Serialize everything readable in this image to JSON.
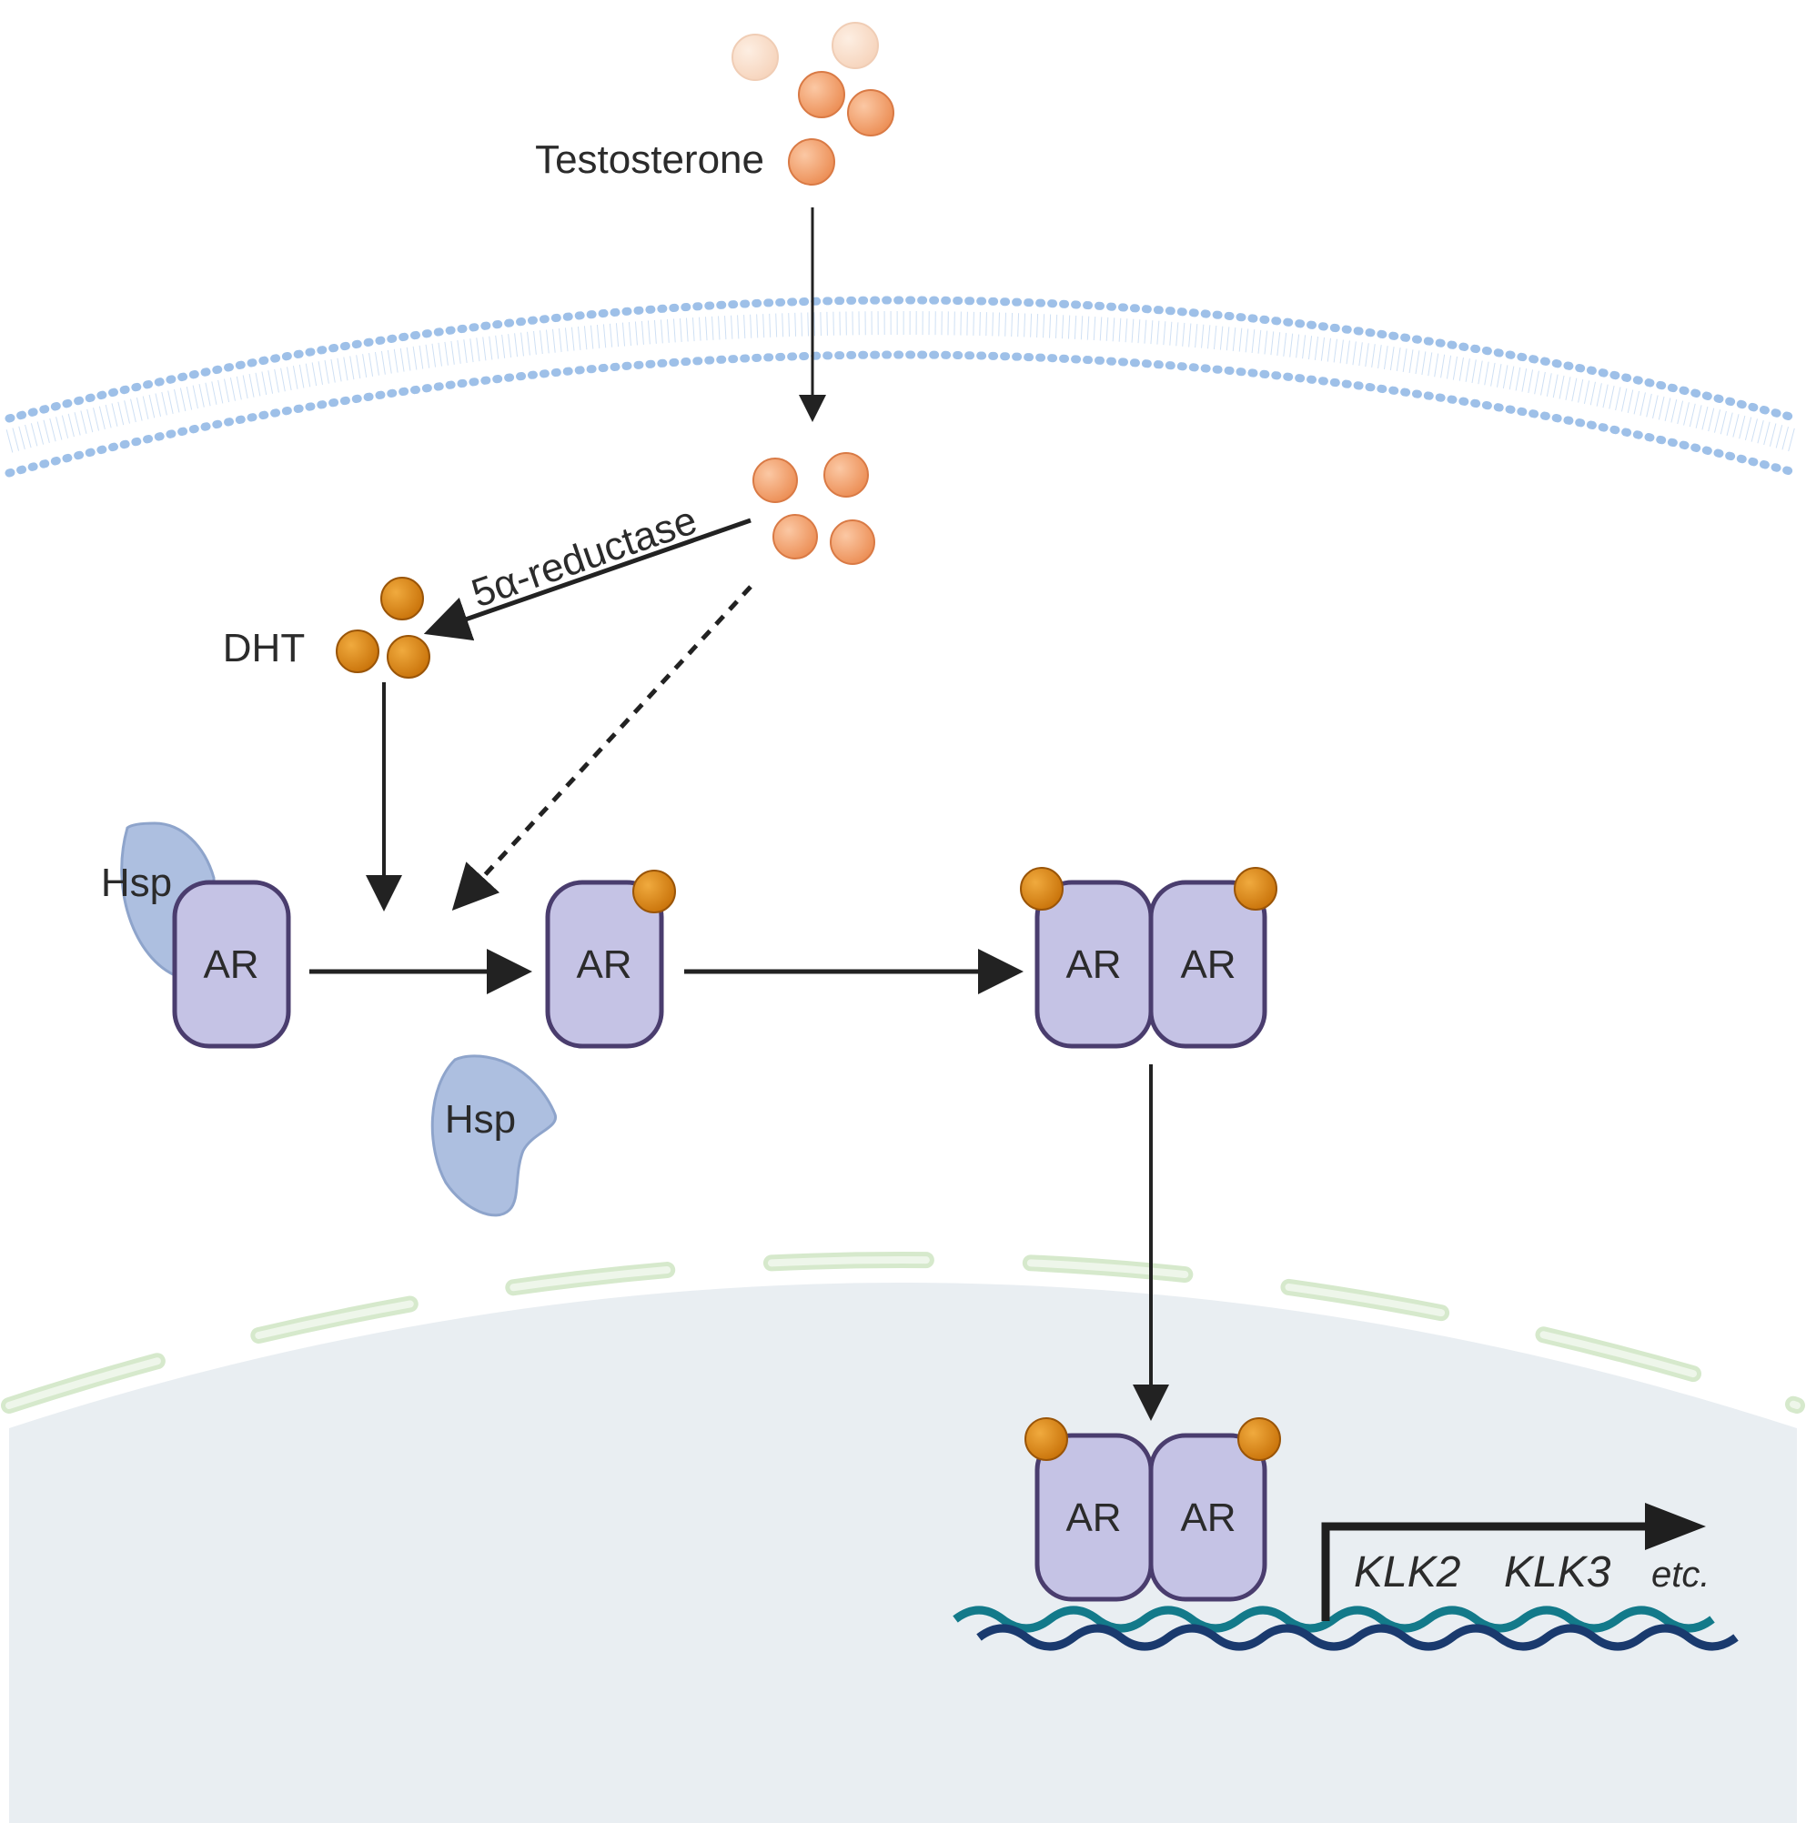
{
  "labels": {
    "testosterone": "Testosterone",
    "enzyme": "5α-reductase",
    "dht": "DHT",
    "hsp": "Hsp",
    "ar": "AR",
    "gene1": "KLK2",
    "gene2": "KLK3",
    "etc": "etc."
  },
  "colors": {
    "testosterone": "#f0a070",
    "testosterone_faded": "#f8dcc8",
    "dht": "#d9860f",
    "ar_fill": "#c5c3e5",
    "ar_stroke": "#4a3d6e",
    "hsp_fill": "#adbfe0",
    "membrane": "#9ec0e8",
    "nucleus_fill": "#e9eef2",
    "nuclear_envelope": "#cfe6c4",
    "dna_strand_a": "#1a3a6e",
    "dna_strand_b": "#137a8a",
    "arrow": "#222222"
  }
}
